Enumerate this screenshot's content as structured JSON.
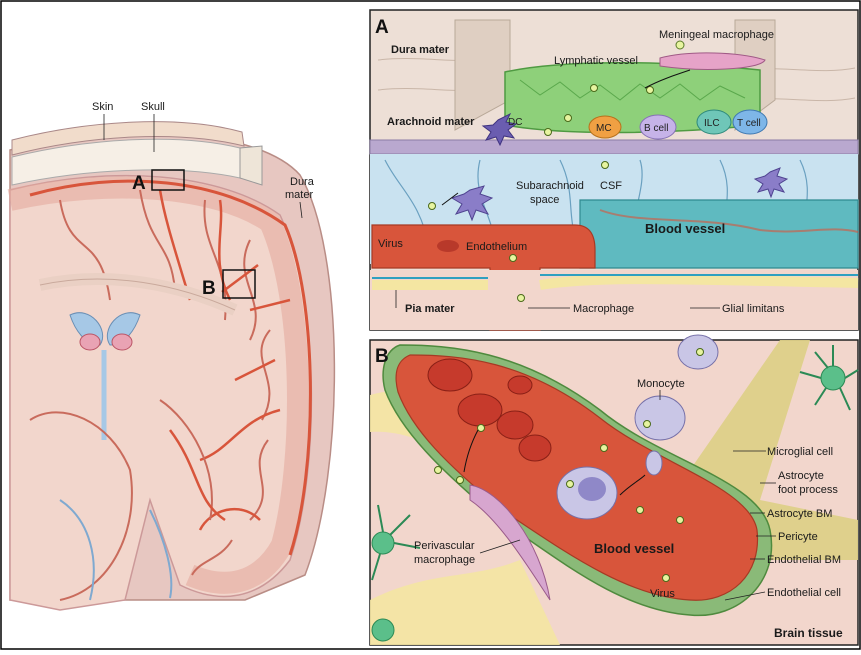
{
  "left": {
    "labels": {
      "skin": "Skin",
      "skull": "Skull",
      "dura": [
        "Dura",
        "mater"
      ],
      "box_a": "A",
      "box_b": "B"
    }
  },
  "panel_a": {
    "letter": "A",
    "labels": {
      "dura_mater": "Dura mater",
      "arachnoid_mater": "Arachnoid mater",
      "lymphatic_vessel": "Lymphatic vessel",
      "meningeal_macrophage": "Meningeal macrophage",
      "subarachnoid_space": [
        "Subarachnoid",
        "space"
      ],
      "csf": "CSF",
      "virus": "Virus",
      "endothelium": "Endothelium",
      "blood_vessel": "Blood vessel",
      "pia_mater": "Pia mater",
      "macrophage": "Macrophage",
      "glial_limitans": "Glial limitans"
    },
    "cells": {
      "dc": "DC",
      "mc": "MC",
      "b_cell": "B cell",
      "ilc": "ILC",
      "t_cell": "T cell"
    }
  },
  "panel_b": {
    "letter": "B",
    "labels": {
      "monocyte": "Monocyte",
      "microglial_cell": "Microglial cell",
      "astrocyte_foot_process": [
        "Astrocyte",
        "foot process"
      ],
      "astrocyte_bm": "Astrocyte BM",
      "pericyte": "Pericyte",
      "endothelial_bm": "Endothelial BM",
      "endothelial_cell": "Endothelial cell",
      "perivascular_macrophage": [
        "Perivascular",
        "macrophage"
      ],
      "blood_vessel": "Blood vessel",
      "virus": "Virus",
      "brain_tissue": "Brain tissue"
    }
  },
  "colors": {
    "tissue_pink": "#f2d6cc",
    "cortex_pink": "#eab8ac",
    "vessel_red": "#d8553b",
    "csf_blue": "#c9e2f0",
    "lymphatic_green": "#8ed07a",
    "astrocyte_yellow": "#f4e6a2",
    "dura_tan": "#e9ddd3"
  }
}
